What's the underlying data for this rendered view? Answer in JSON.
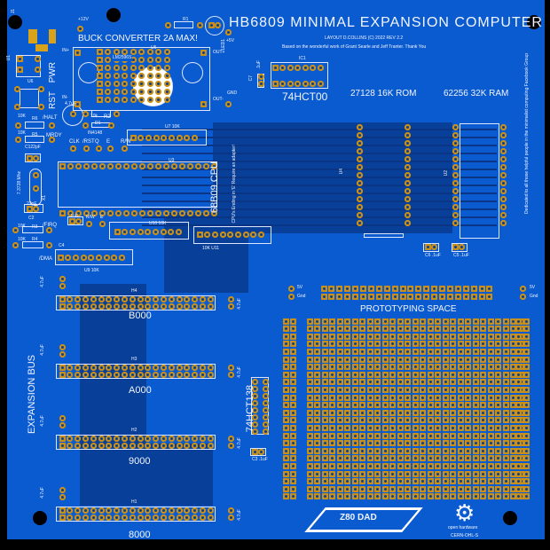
{
  "title": "HB6809 MINIMAL EXPANSION COMPUTER",
  "layout_credit": "LAYOUT D.COLLINS (C) 2022 REV 2.2",
  "thanks": "Based on the wonderful work of Grant Searle and Jeff Tranter. Thank You",
  "dedication": "Dedicated to all those helpful people in the minimalist computing Facebook Group",
  "buck": {
    "label": "BUCK CONVERTER 2A MAX!",
    "in_plus": "IN+",
    "in_minus": "IN-",
    "out_plus": "OUT+",
    "out_minus": "OUT-",
    "v12": "+12V",
    "v5": "+5V",
    "gnd": "GND",
    "ref": "U5",
    "chip": "LM2596S"
  },
  "left": {
    "pwr": "PWR",
    "rst": "RST",
    "u6": "U6",
    "u1": "U1",
    "j1": "J1",
    "r6": "R6",
    "r5": "R5",
    "k10": "10K",
    "halt": "/HALT",
    "mrdy": "MRDY",
    "c122": "C122pF",
    "xtal": "7.3728 Mhz",
    "x1": "X1",
    "c2": "C2",
    "c22": "22pF",
    "r3": "R3",
    "r4": "R4",
    "firq": "/FIRQ",
    "dma": "/DMA",
    "c4": "C4",
    "c4v": ".1uF",
    "c1": "4.7uF",
    "r2": "R2",
    "r2v": "10k",
    "d1": "D1",
    "d1v": "IN4148",
    "r1": "R1",
    "led": "LED1"
  },
  "signals": [
    "CLK",
    "/RST",
    "Q",
    "E",
    "R/W"
  ],
  "chips": {
    "cpu": "68B09 CPU",
    "cpu_note": "CPU's Ending in 'E' Require an adapter!",
    "u3": "U3",
    "u7": "U7 10K",
    "u10": "U10 10K",
    "u11": "10K U11",
    "u9": "U9 10K",
    "ic1": "IC1",
    "ic1_name": "74HCT00",
    "c7": "C7",
    "c7v": ".1uF",
    "rom": "27128 16K ROM",
    "ram": "62256 32K RAM",
    "u4": "U4",
    "u2": "U2",
    "c6": "C6 .1uF",
    "c5": "C5 .1uF",
    "decoder": "74HCT138",
    "c3": "C3 .1uF"
  },
  "bus": {
    "label": "EXPANSION BUS",
    "headers": [
      {
        "ref": "H4",
        "addr": "B000"
      },
      {
        "ref": "H3",
        "addr": "A000"
      },
      {
        "ref": "H2",
        "addr": "9000"
      },
      {
        "ref": "H1",
        "addr": "8000"
      }
    ],
    "cap": "4.7uF"
  },
  "proto": {
    "label": "PROTOTYPING SPACE",
    "v5": "5V",
    "gnd": "Gnd"
  },
  "logo": {
    "z80dad": "Z80 DAD",
    "oshw": "open hardware",
    "license": "CERN-OHL-S"
  },
  "colors": {
    "board": "#0a5bd0",
    "pad": "#d9a21b",
    "silk": "#ffffff",
    "pour": "#083f98"
  }
}
